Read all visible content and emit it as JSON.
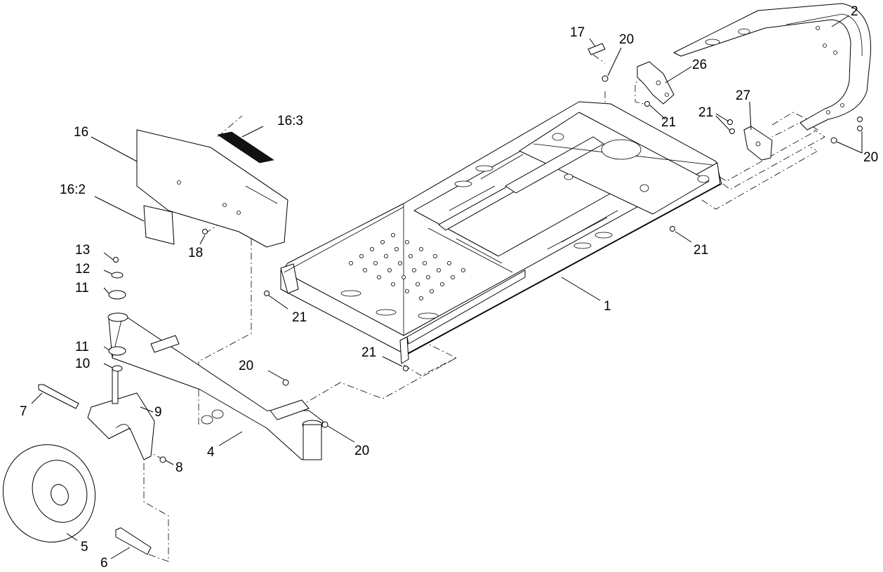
{
  "callouts": [
    {
      "id": "c-2",
      "label": "2"
    },
    {
      "id": "c-17",
      "label": "17"
    },
    {
      "id": "c-20a",
      "label": "20"
    },
    {
      "id": "c-26",
      "label": "26"
    },
    {
      "id": "c-21a",
      "label": "21"
    },
    {
      "id": "c-21b",
      "label": "21"
    },
    {
      "id": "c-27",
      "label": "27"
    },
    {
      "id": "c-20b",
      "label": "20"
    },
    {
      "id": "c-16",
      "label": "16"
    },
    {
      "id": "c-16-3",
      "label": "16:3"
    },
    {
      "id": "c-16-2",
      "label": "16:2"
    },
    {
      "id": "c-18",
      "label": "18"
    },
    {
      "id": "c-21c",
      "label": "21"
    },
    {
      "id": "c-13",
      "label": "13"
    },
    {
      "id": "c-12",
      "label": "12"
    },
    {
      "id": "c-11a",
      "label": "11"
    },
    {
      "id": "c-21d",
      "label": "21"
    },
    {
      "id": "c-1",
      "label": "1"
    },
    {
      "id": "c-11b",
      "label": "11"
    },
    {
      "id": "c-10",
      "label": "10"
    },
    {
      "id": "c-21e",
      "label": "21"
    },
    {
      "id": "c-20c",
      "label": "20"
    },
    {
      "id": "c-7",
      "label": "7"
    },
    {
      "id": "c-9",
      "label": "9"
    },
    {
      "id": "c-20d",
      "label": "20"
    },
    {
      "id": "c-4",
      "label": "4"
    },
    {
      "id": "c-8",
      "label": "8"
    },
    {
      "id": "c-5",
      "label": "5"
    },
    {
      "id": "c-6",
      "label": "6"
    }
  ]
}
